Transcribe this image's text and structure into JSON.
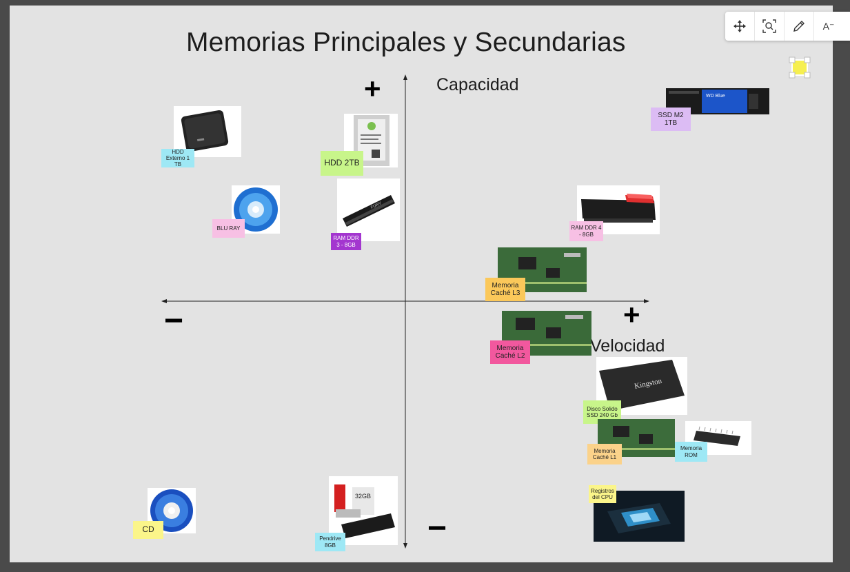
{
  "title": "Memorias Principales y Secundarias",
  "axes": {
    "y_label": "Capacidad",
    "x_label": "Velocidad",
    "plus_sign": "+",
    "minus_sign": "−"
  },
  "notes": {
    "hdd_externo": "HDD Externo 1 TB",
    "hdd_2tb": "HDD 2TB",
    "ssd_m2": "SSD M2 1TB",
    "blu_ray": "BLU RAY",
    "ram_ddr3": "RAM DDR 3 - 8GB",
    "ram_ddr4": "RAM DDR 4 - 8GB",
    "cache_l3": "Memoria Caché L3",
    "cache_l2": "Memoria Caché L2",
    "ssd_solido": "Disco Solido SSD 240 Gb",
    "cache_l1": "Memoria Caché L1",
    "rom": "Memoria ROM",
    "registros": "Registros del CPU",
    "cd": "CD",
    "pendrive": "Pendrive 8GB"
  },
  "image_labels": {
    "ssd_m2_brand": "WD Blue",
    "ssd_kingston_brand": "Kingston",
    "usb_capacity": "32GB",
    "ram_brand": "FURY"
  },
  "colors": {
    "cyan": "#9ee8f5",
    "green": "#c8f58a",
    "lavender": "#dcbcf4",
    "pink": "#f7c0e4",
    "purple": "#a336cf",
    "orange": "#fbc85a",
    "magenta": "#f2589e",
    "peach": "#fbd28a",
    "yellow": "#fbf58a"
  },
  "toolbar": {
    "move": "move-icon",
    "zoom": "zoom-fit-icon",
    "pen": "pen-icon",
    "font": "A⁻"
  }
}
